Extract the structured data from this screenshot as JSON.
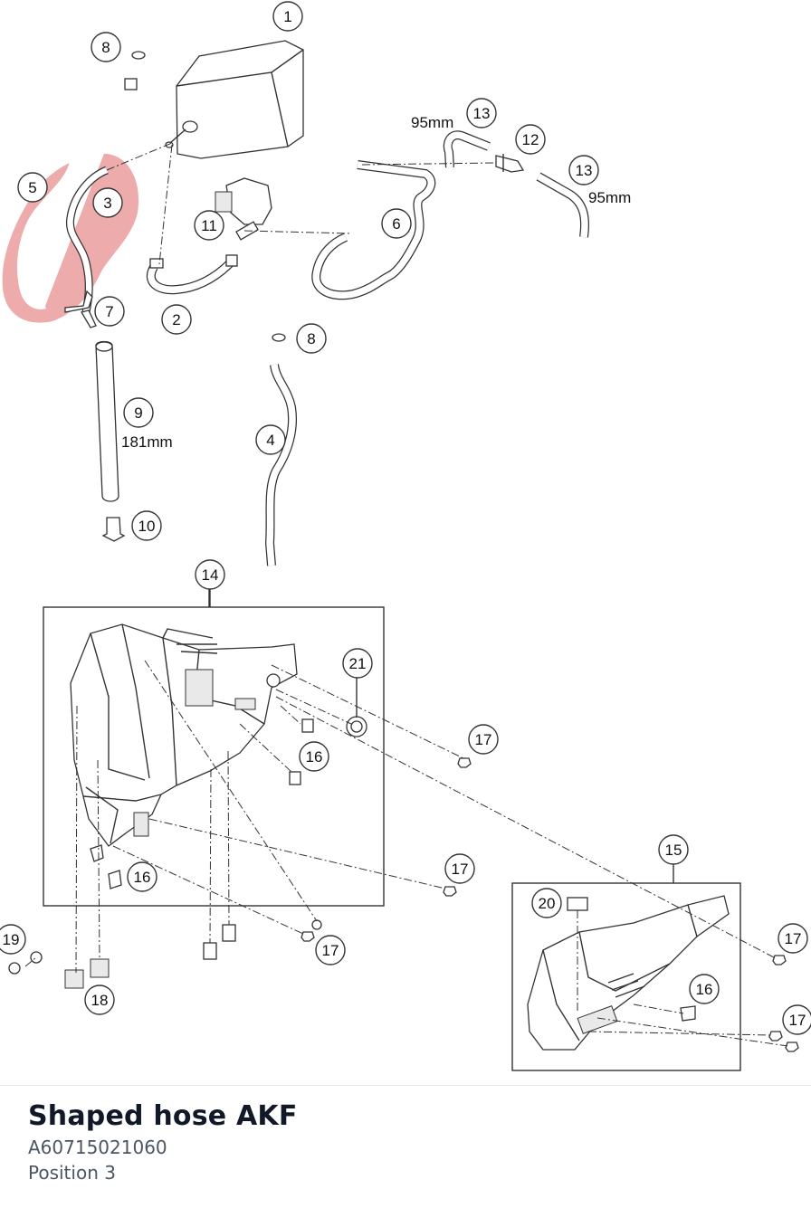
{
  "colors": {
    "highlight": "#e88f8f",
    "line": "#333333",
    "title": "#111827",
    "meta": "#4b5563"
  },
  "callouts": [
    {
      "key": "c1",
      "label": "1"
    },
    {
      "key": "c2",
      "label": "2"
    },
    {
      "key": "c3",
      "label": "3",
      "highlighted": true
    },
    {
      "key": "c4",
      "label": "4"
    },
    {
      "key": "c5",
      "label": "5"
    },
    {
      "key": "c6",
      "label": "6"
    },
    {
      "key": "c7",
      "label": "7"
    },
    {
      "key": "c8a",
      "label": "8"
    },
    {
      "key": "c8b",
      "label": "8"
    },
    {
      "key": "c9",
      "label": "9"
    },
    {
      "key": "c10",
      "label": "10"
    },
    {
      "key": "c11",
      "label": "11"
    },
    {
      "key": "c12",
      "label": "12"
    },
    {
      "key": "c13a",
      "label": "13"
    },
    {
      "key": "c13b",
      "label": "13"
    },
    {
      "key": "c14",
      "label": "14"
    },
    {
      "key": "c15",
      "label": "15"
    },
    {
      "key": "c16a",
      "label": "16"
    },
    {
      "key": "c16b",
      "label": "16"
    },
    {
      "key": "c16c",
      "label": "16"
    },
    {
      "key": "c17a",
      "label": "17"
    },
    {
      "key": "c17b",
      "label": "17"
    },
    {
      "key": "c17c",
      "label": "17"
    },
    {
      "key": "c17d",
      "label": "17"
    },
    {
      "key": "c17e",
      "label": "17"
    },
    {
      "key": "c18",
      "label": "18"
    },
    {
      "key": "c19",
      "label": "19"
    },
    {
      "key": "c20",
      "label": "20"
    },
    {
      "key": "c21",
      "label": "21"
    }
  ],
  "dimensions": {
    "d13a": "95mm",
    "d13b": "95mm",
    "d9": "181mm"
  },
  "part": {
    "name": "Shaped hose AKF",
    "number": "A60715021060",
    "position": "Position 3"
  }
}
